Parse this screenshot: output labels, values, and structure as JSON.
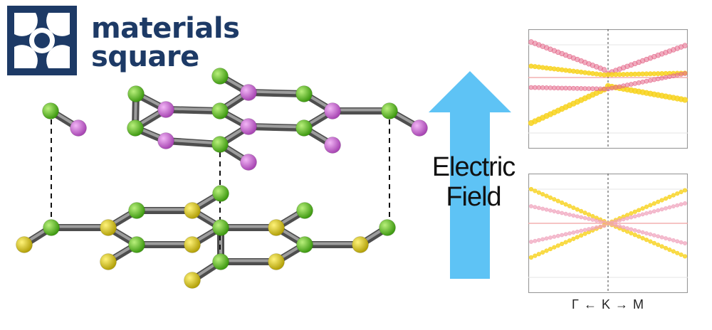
{
  "logo": {
    "line1": "materials",
    "line2": "square",
    "brand_color": "#1d3a66"
  },
  "arrow": {
    "label_line1": "Electric",
    "label_line2": "Field",
    "color": "#5ec3f5"
  },
  "bands": {
    "kpath": "Γ ← K → M",
    "top_colors": [
      "#e36688",
      "#f7d21c"
    ],
    "bottom_colors": [
      "#f7d21c",
      "#f0a1bb"
    ],
    "fermi_color": "#f0a0a0"
  },
  "atoms": {
    "top_layer_colors": [
      "#5cbd24",
      "#c96bd1"
    ],
    "bottom_layer_colors": [
      "#5cbd24",
      "#d9c81a"
    ],
    "bond_color": "#7d7d7d"
  }
}
